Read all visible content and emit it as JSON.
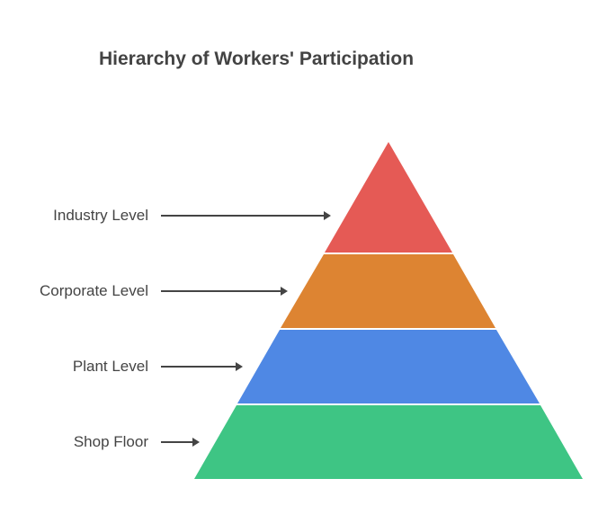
{
  "title": "Hierarchy of Workers' Participation",
  "levels": [
    {
      "label": "Industry Level",
      "color": "#e55a55"
    },
    {
      "label": "Corporate Level",
      "color": "#dd8432"
    },
    {
      "label": "Plant Level",
      "color": "#4f88e4"
    },
    {
      "label": "Shop Floor",
      "color": "#3ec584"
    }
  ],
  "arrow_color": "#444444"
}
